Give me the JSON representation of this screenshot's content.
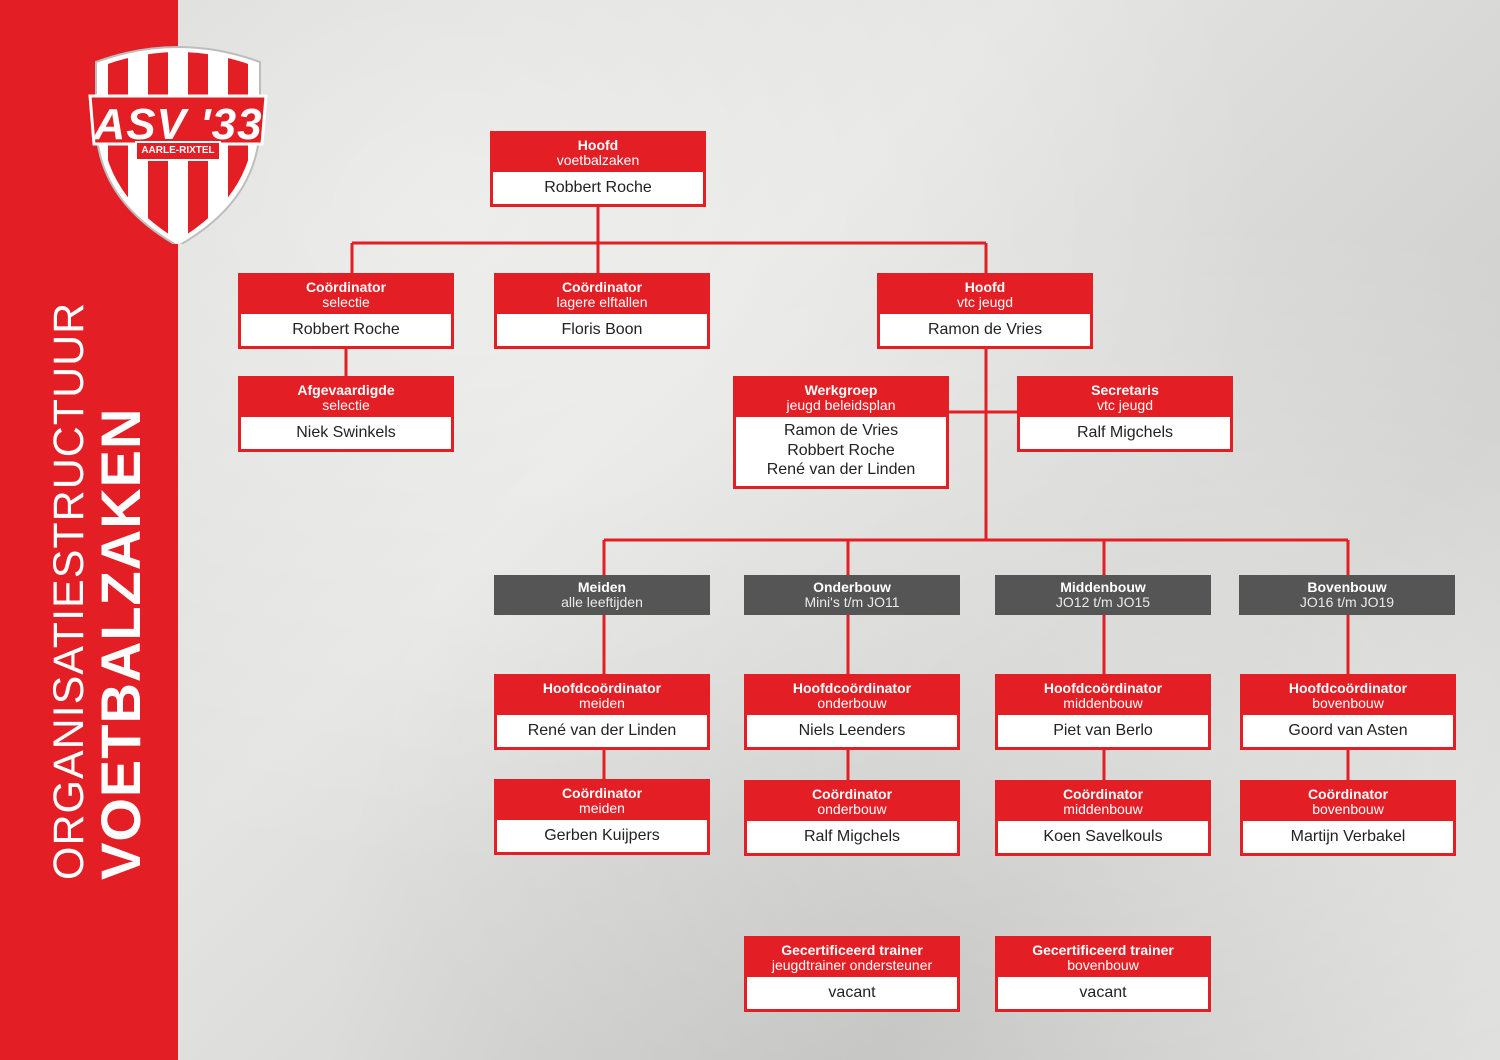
{
  "sidebar": {
    "title_light": "ORGANISATIESTRUCTUUR",
    "title_bold": "VOETBALZAKEN",
    "accent_color": "#e31e24"
  },
  "logo": {
    "name": "ASV '33",
    "subtitle": "AARLE-RIXTEL"
  },
  "boxes": {
    "hoofd_voetbalzaken": {
      "title": "Hoofd",
      "subtitle": "voetbalzaken",
      "names": [
        "Robbert Roche"
      ]
    },
    "coord_selectie": {
      "title": "Coördinator",
      "subtitle": "selectie",
      "names": [
        "Robbert Roche"
      ]
    },
    "coord_lagere": {
      "title": "Coördinator",
      "subtitle": "lagere elftallen",
      "names": [
        "Floris Boon"
      ]
    },
    "hoofd_vtc": {
      "title": "Hoofd",
      "subtitle": "vtc jeugd",
      "names": [
        "Ramon de Vries"
      ]
    },
    "afgevaardigde": {
      "title": "Afgevaardigde",
      "subtitle": "selectie",
      "names": [
        "Niek Swinkels"
      ]
    },
    "werkgroep": {
      "title": "Werkgroep",
      "subtitle": "jeugd beleidsplan",
      "names": [
        "Ramon de Vries",
        "Robbert Roche",
        "René van der Linden"
      ]
    },
    "secretaris": {
      "title": "Secretaris",
      "subtitle": "vtc jeugd",
      "names": [
        "Ralf Migchels"
      ]
    },
    "hc_meiden": {
      "title": "Hoofdcoördinator",
      "subtitle": "meiden",
      "names": [
        "René van der Linden"
      ]
    },
    "hc_onderbouw": {
      "title": "Hoofdcoördinator",
      "subtitle": "onderbouw",
      "names": [
        "Niels Leenders"
      ]
    },
    "hc_middenbouw": {
      "title": "Hoofdcoördinator",
      "subtitle": "middenbouw",
      "names": [
        "Piet van Berlo"
      ]
    },
    "hc_bovenbouw": {
      "title": "Hoofdcoördinator",
      "subtitle": "bovenbouw",
      "names": [
        "Goord van Asten"
      ]
    },
    "c_meiden": {
      "title": "Coördinator",
      "subtitle": "meiden",
      "names": [
        "Gerben Kuijpers"
      ]
    },
    "c_onderbouw": {
      "title": "Coördinator",
      "subtitle": "onderbouw",
      "names": [
        "Ralf Migchels"
      ]
    },
    "c_middenbouw": {
      "title": "Coördinator",
      "subtitle": "middenbouw",
      "names": [
        "Koen Savelkouls"
      ]
    },
    "c_bovenbouw": {
      "title": "Coördinator",
      "subtitle": "bovenbouw",
      "names": [
        "Martijn Verbakel"
      ]
    },
    "gt_onderbouw": {
      "title": "Gecertificeerd trainer",
      "subtitle": "jeugdtrainer ondersteuner",
      "names": [
        "vacant"
      ]
    },
    "gt_bovenbouw": {
      "title": "Gecertificeerd trainer",
      "subtitle": "bovenbouw",
      "names": [
        "vacant"
      ]
    }
  },
  "groups": {
    "meiden": {
      "title": "Meiden",
      "subtitle": "alle leeftijden"
    },
    "onderbouw": {
      "title": "Onderbouw",
      "subtitle": "Mini's t/m JO11"
    },
    "middenbouw": {
      "title": "Middenbouw",
      "subtitle": "JO12 t/m JO15"
    },
    "bovenbouw": {
      "title": "Bovenbouw",
      "subtitle": "JO16 t/m JO19"
    }
  },
  "colors": {
    "box_red": "#e31e24",
    "group_gray": "#555555",
    "name_background": "#ffffff"
  }
}
